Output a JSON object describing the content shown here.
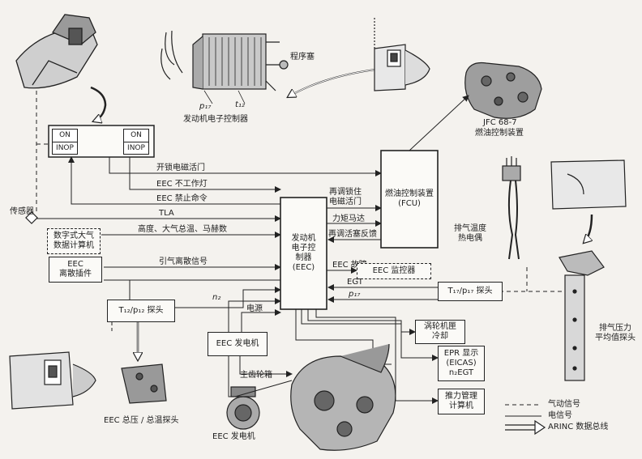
{
  "top": {
    "program_plug": "程序塞",
    "p17": "p₁₇",
    "t12": "t₁₂",
    "eec_unit_caption": "发动机电子控制器",
    "fuel_control_model": "JFC 68-7",
    "fuel_control_caption": "燃油控制装置"
  },
  "cockpit_panel": {
    "on": "ON",
    "inop": "INOP"
  },
  "signals_left": {
    "unlock_valve": "开锁电磁活门",
    "eec_off_light": "EEC 不工作灯",
    "eec_disable": "EEC 禁止命令",
    "sensor": "传感器",
    "tla": "TLA",
    "air_data": "高度、大气总温、马赫数",
    "adc": "数字式大气\n数据计算机",
    "eec_discrete": "EEC\n离散插件",
    "bleed_discrete": "引气离散信号",
    "n2": "n₂",
    "power": "电源",
    "t12_probe": "T₁₂/p₁₂ 探头",
    "eec_generator": "EEC 发电机",
    "main_gearbox": "主齿轮箱",
    "eec_generator_bottom": "EEC 发电机",
    "probe_caption": "EEC 总压 / 总温探头"
  },
  "center": {
    "eec": "发动机\n电子控\n制器\n(EEC)",
    "fcu": "燃油控制装置\n(FCU)",
    "relock_valve": "再调锁住\n电磁活门",
    "torque_motor": "力矩马达",
    "reset_piston": "再调活塞反馈",
    "eec_fault": "EEC 故障",
    "eec_monitor": "EEC 监控器",
    "egt": "EGT",
    "p17_signal": "p₁₇",
    "t17_probe": "T₁₇/p₁₇ 探头",
    "turbine_cooling": "涡轮机匣\n冷却",
    "epr_display": "EPR 显示\n(EICAS)\nn₂EGT",
    "thrust_computer": "推力管理\n计算机"
  },
  "right": {
    "egt_thermocouple": "排气温度\n热电偶",
    "pt_probe": "排气压力\n平均值探头"
  },
  "legend": {
    "pneumatic": "气动信号",
    "electric": "电信号",
    "arinc": "ARINC 数据总线"
  }
}
